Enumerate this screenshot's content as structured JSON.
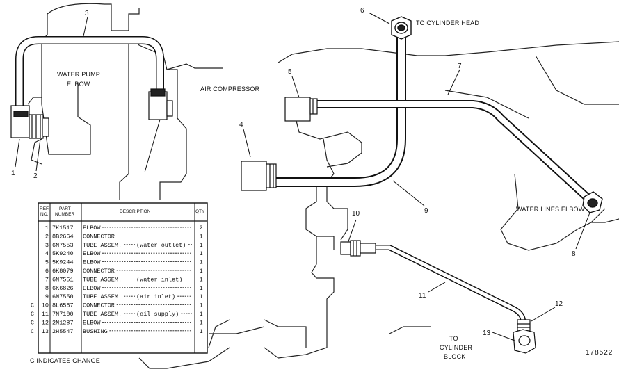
{
  "labels": {
    "water_pump_elbow_1": "WATER PUMP",
    "water_pump_elbow_2": "ELBOW",
    "air_compressor": "AIR COMPRESSOR",
    "to_cylinder_head": "TO CYLINDER HEAD",
    "water_lines_elbow": "WATER LINES ELBOW",
    "to_cylinder_block_1": "TO",
    "to_cylinder_block_2": "CYLINDER",
    "to_cylinder_block_3": "BLOCK",
    "indicates_change": "C  INDICATES CHANGE",
    "drawing_number": "178522"
  },
  "callouts": [
    "1",
    "2",
    "3",
    "4",
    "5",
    "6",
    "7",
    "8",
    "9",
    "10",
    "11",
    "12",
    "13"
  ],
  "parts_table": {
    "headers": {
      "ref_1": "REF.",
      "ref_2": "NO.",
      "part_1": "PART",
      "part_2": "NUMBER",
      "description": "DESCRIPTION",
      "qty": "QTY"
    },
    "rows": [
      {
        "change": "",
        "ref": "1",
        "part": "7K1517",
        "desc": "ELBOW",
        "note": "",
        "qty": "2"
      },
      {
        "change": "",
        "ref": "2",
        "part": "8B2664",
        "desc": "CONNECTOR",
        "note": "",
        "qty": "1"
      },
      {
        "change": "",
        "ref": "3",
        "part": "6N7553",
        "desc": "TUBE ASSEM.",
        "note": "(water outlet)",
        "qty": "1"
      },
      {
        "change": "",
        "ref": "4",
        "part": "5K9240",
        "desc": "ELBOW",
        "note": "",
        "qty": "1"
      },
      {
        "change": "",
        "ref": "5",
        "part": "5K9244",
        "desc": "ELBOW",
        "note": "",
        "qty": "1"
      },
      {
        "change": "",
        "ref": "6",
        "part": "6K8079",
        "desc": "CONNECTOR",
        "note": "",
        "qty": "1"
      },
      {
        "change": "",
        "ref": "7",
        "part": "6N7551",
        "desc": "TUBE ASSEM.",
        "note": "(water inlet)",
        "qty": "1"
      },
      {
        "change": "",
        "ref": "8",
        "part": "6K6826",
        "desc": "ELBOW",
        "note": "",
        "qty": "1"
      },
      {
        "change": "",
        "ref": "9",
        "part": "6N7550",
        "desc": "TUBE ASSEM.",
        "note": "(air inlet)",
        "qty": "1"
      },
      {
        "change": "C",
        "ref": "10",
        "part": "8L6557",
        "desc": "CONNECTOR",
        "note": "",
        "qty": "1"
      },
      {
        "change": "C",
        "ref": "11",
        "part": "7N7100",
        "desc": "TUBE ASSEM.",
        "note": "(oil supply)",
        "qty": "1"
      },
      {
        "change": "C",
        "ref": "12",
        "part": "2N1287",
        "desc": "ELBOW",
        "note": "",
        "qty": "1"
      },
      {
        "change": "C",
        "ref": "13",
        "part": "2H5547",
        "desc": "BUSHING",
        "note": "",
        "qty": "1"
      }
    ]
  }
}
